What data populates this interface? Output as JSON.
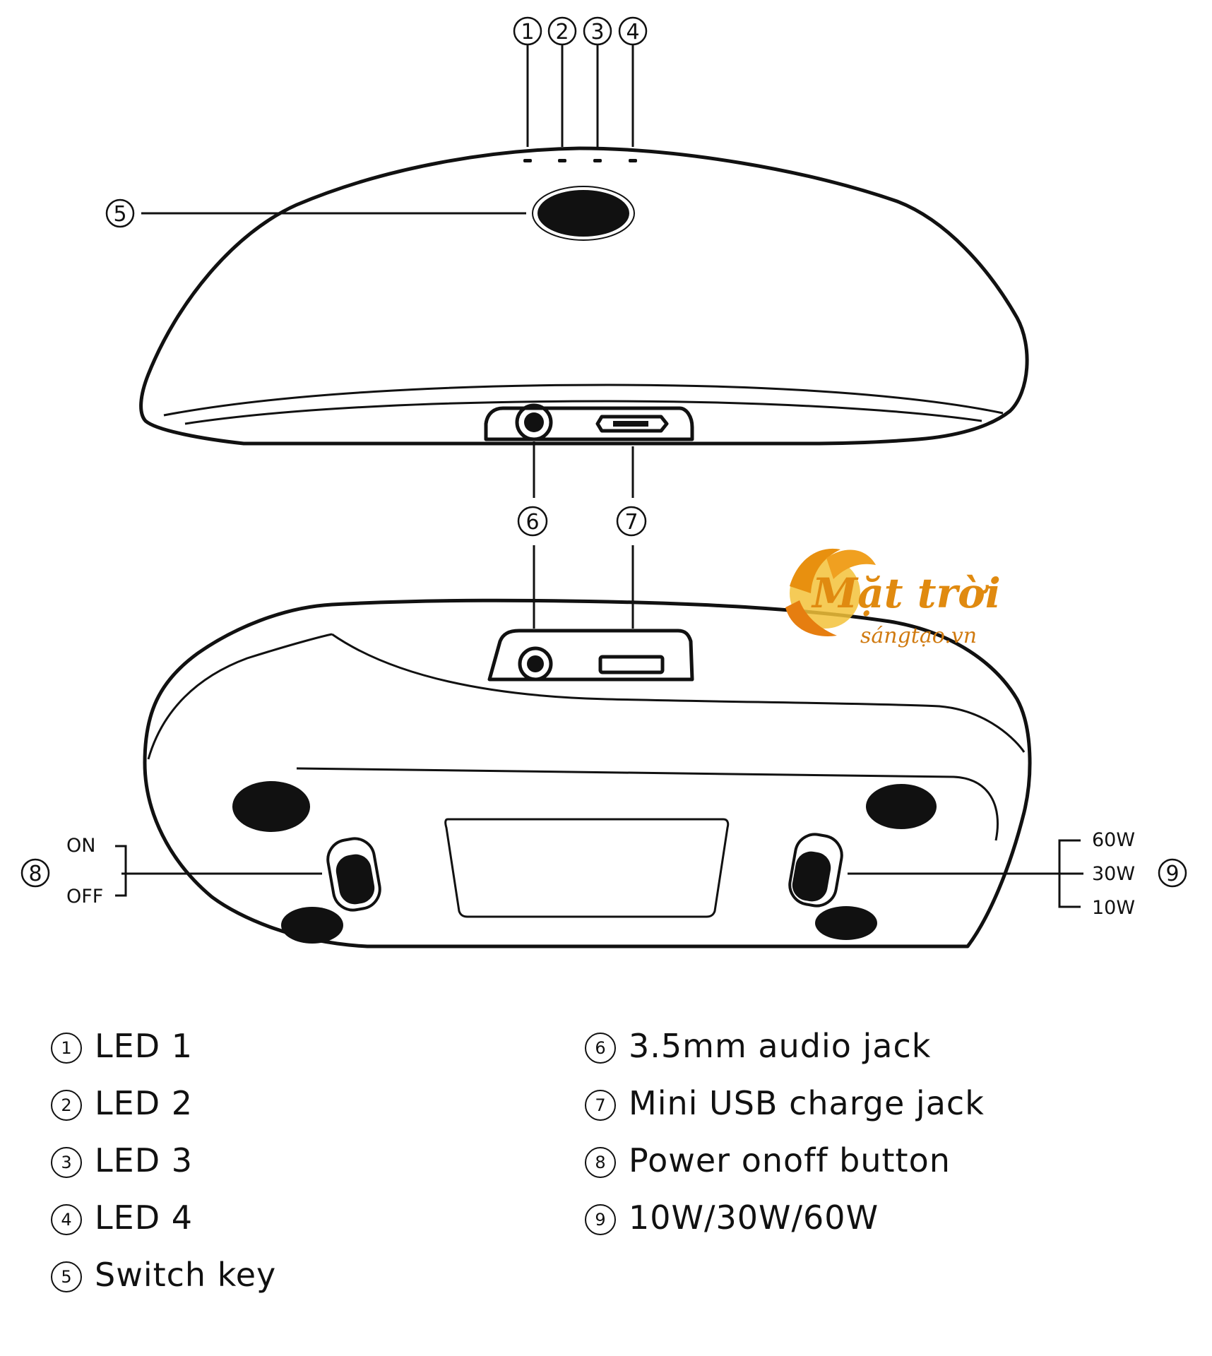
{
  "callouts": [
    "1",
    "2",
    "3",
    "4",
    "5",
    "6",
    "7",
    "8",
    "9"
  ],
  "switch_onoff": {
    "on": "ON",
    "off": "OFF"
  },
  "switch_power": {
    "high": "60W",
    "mid": "30W",
    "low": "10W"
  },
  "watermark": {
    "main": "Mặt trời",
    "sub": "sángtạo.vn"
  },
  "legend": {
    "left": [
      {
        "num": "1",
        "text": "LED 1"
      },
      {
        "num": "2",
        "text": "LED 2"
      },
      {
        "num": "3",
        "text": "LED 3"
      },
      {
        "num": "4",
        "text": "LED 4"
      },
      {
        "num": "5",
        "text": "Switch key"
      }
    ],
    "right": [
      {
        "num": "6",
        "text": "3.5mm audio jack"
      },
      {
        "num": "7",
        "text": "Mini USB charge jack"
      },
      {
        "num": "8",
        "text": "Power onoff button"
      },
      {
        "num": "9",
        "text": "10W/30W/60W"
      }
    ]
  }
}
